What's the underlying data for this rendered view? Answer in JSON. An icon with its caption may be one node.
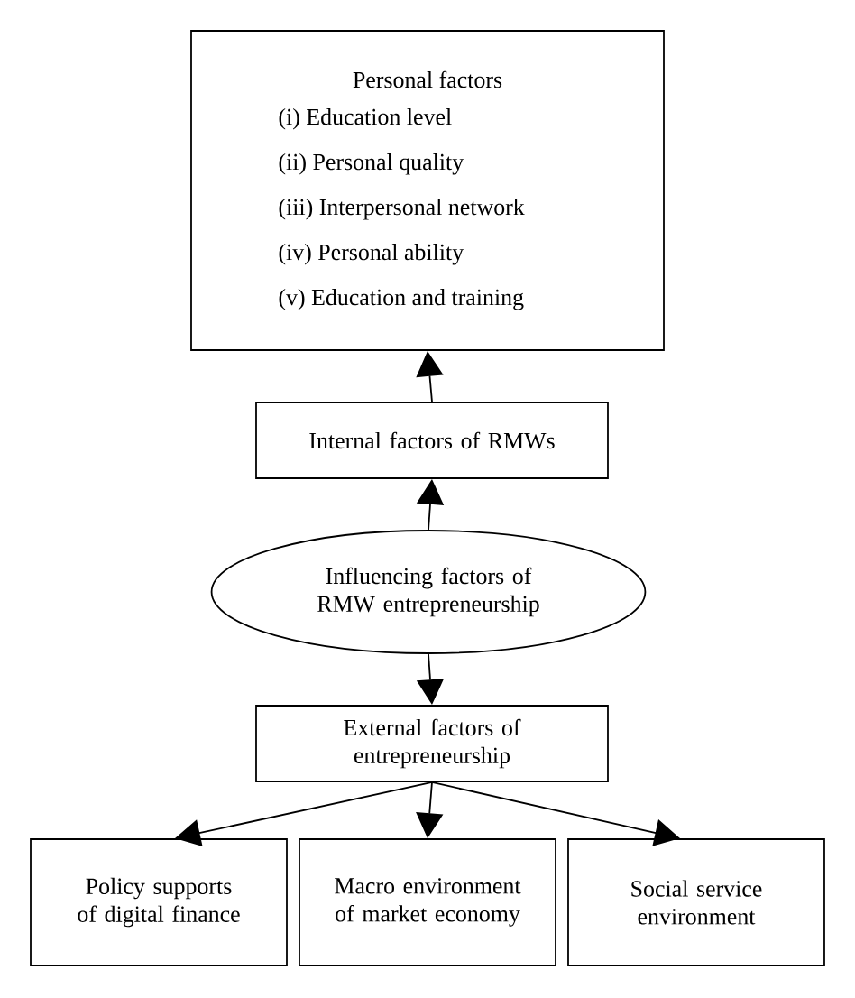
{
  "diagram": {
    "nodes": [
      {
        "text": [
          "Personal factors",
          "(i) Education level",
          "(ii) Personal quality",
          "(iii) Interpersonal network",
          "(iv) Personal ability",
          "(v) Education and training"
        ]
      },
      {
        "text": [
          "Internal factors of RMWs"
        ]
      },
      {
        "text": [
          "Influencing factors of RMW entrepreneurship"
        ]
      },
      {
        "text": [
          "External factors of entrepreneurship"
        ]
      },
      {
        "text": [
          "Policy supports of digital finance"
        ]
      },
      {
        "text": [
          "Macro environment of market economy"
        ]
      },
      {
        "text": [
          "Social service environment"
        ]
      }
    ],
    "edges": [
      {
        "from": 1,
        "to": 0,
        "arrow": "to"
      },
      {
        "from": 2,
        "to": 1,
        "arrow": "to"
      },
      {
        "from": 2,
        "to": 3,
        "arrow": "to"
      },
      {
        "from": 3,
        "to": 4,
        "arrow": "to"
      },
      {
        "from": 3,
        "to": 5,
        "arrow": "to"
      },
      {
        "from": 3,
        "to": 6,
        "arrow": "to"
      }
    ]
  }
}
